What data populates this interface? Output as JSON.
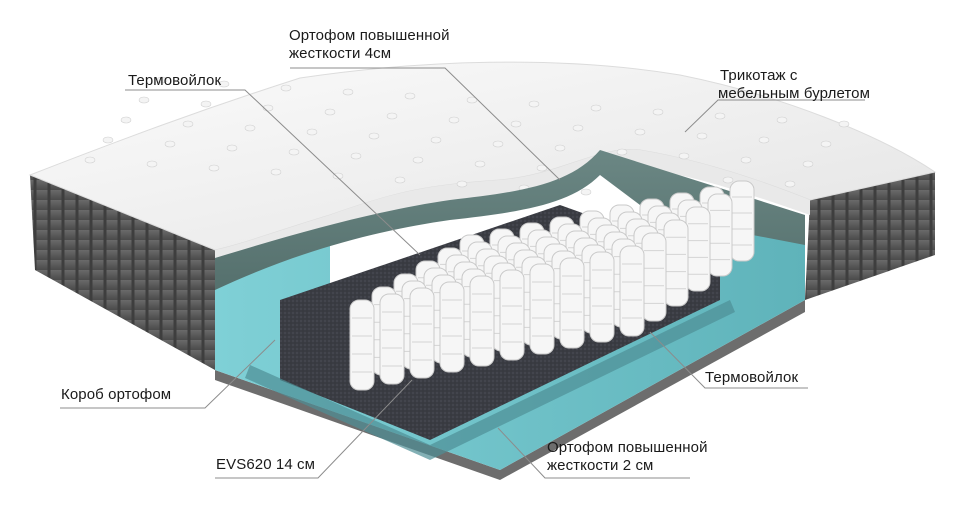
{
  "title": "",
  "colors": {
    "knit_top": "#f3f3f3",
    "knit_shadow": "#d7d7d7",
    "side_fabric": "#5a5a5a",
    "foam_layer": "#5f7b78",
    "orthofoam_box": "#6fc2c9",
    "felt": "#3b3d44",
    "springs": "#f6f6f6",
    "leader": "#8c8c8c"
  },
  "labels": {
    "top_foam": {
      "line1": "Ортофом повышенной",
      "line2": "жесткости 4см"
    },
    "top_felt": {
      "text": "Термовойлок"
    },
    "knit": {
      "line1": "Трикотаж с",
      "line2": "мебельным бурлетом"
    },
    "box": {
      "text": "Короб ортофом"
    },
    "bottom_felt": {
      "text": "Термовойлок"
    },
    "springs": {
      "text": "EVS620 14 см"
    },
    "bottom_foam": {
      "line1": "Ортофом повышенной",
      "line2": "жесткости 2 см"
    }
  }
}
